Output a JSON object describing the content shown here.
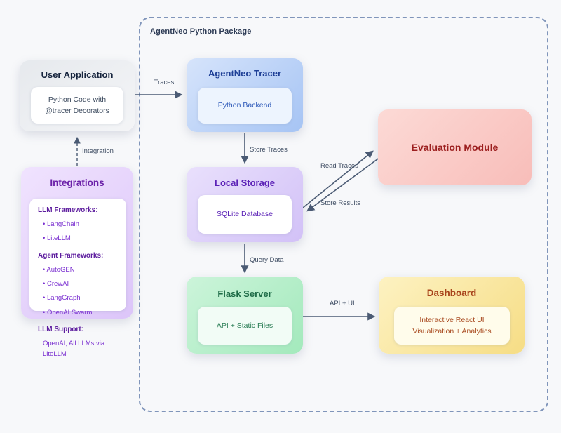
{
  "container": {
    "label": "AgentNeo Python Package"
  },
  "nodes": {
    "user_application": {
      "title": "User Application",
      "lines": [
        "Python Code with",
        "@tracer Decorators"
      ]
    },
    "agentneo_tracer": {
      "title": "AgentNeo Tracer",
      "lines": [
        "Python Backend"
      ]
    },
    "evaluation_module": {
      "title": "Evaluation Module"
    },
    "integrations": {
      "title": "Integrations",
      "sections": [
        {
          "heading": "LLM Frameworks:",
          "items": [
            "LangChain",
            "LiteLLM"
          ]
        },
        {
          "heading": "Agent Frameworks:",
          "items": [
            "AutoGEN",
            "CrewAI",
            "LangGraph",
            "OpenAI Swarm"
          ]
        },
        {
          "heading": "LLM Support:",
          "items": [
            "OpenAI, All LLMs via LiteLLM"
          ]
        }
      ]
    },
    "local_storage": {
      "title": "Local Storage",
      "lines": [
        "SQLite Database"
      ]
    },
    "flask_server": {
      "title": "Flask Server",
      "lines": [
        "API + Static Files"
      ]
    },
    "dashboard": {
      "title": "Dashboard",
      "lines": [
        "Interactive React UI",
        "Visualization + Analytics"
      ]
    }
  },
  "edges": {
    "traces": {
      "label": "Traces"
    },
    "store_traces": {
      "label": "Store Traces"
    },
    "read_traces": {
      "label": "Read Traces"
    },
    "store_results": {
      "label": "Store Results"
    },
    "query_data": {
      "label": "Query Data"
    },
    "api_ui": {
      "label": "API + UI"
    },
    "integration": {
      "label": "Integration"
    }
  },
  "colors": {
    "background": "#f7f8fa",
    "arrow": "#4b5b74",
    "container_border": "#8095ba",
    "tracer_accent": "#1e3f96",
    "storage_accent": "#5b21b6",
    "flask_accent": "#1e6b47",
    "dashboard_accent": "#a8441c",
    "evaluation_accent": "#9c1f1f",
    "integrations_accent": "#6b21a8"
  }
}
